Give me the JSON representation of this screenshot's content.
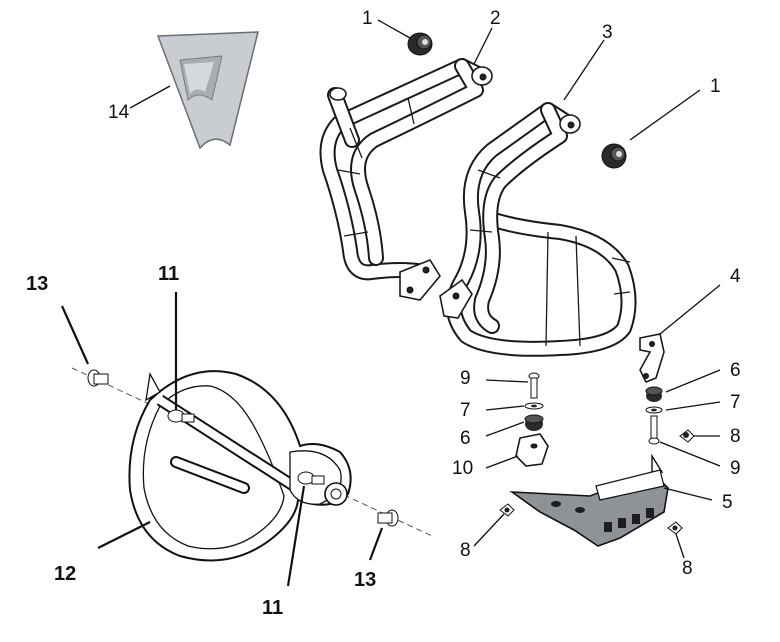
{
  "callouts": {
    "n1a": "1",
    "n1b": "1",
    "n2": "2",
    "n3": "3",
    "n4": "4",
    "n5": "5",
    "n6a": "6",
    "n6b": "6",
    "n7a": "7",
    "n7b": "7",
    "n8a": "8",
    "n8b": "8",
    "n8c": "8",
    "n9a": "9",
    "n9b": "9",
    "n10": "10",
    "n11a": "11",
    "n11b": "11",
    "n12": "12",
    "n13a": "13",
    "n13b": "13",
    "n14": "14"
  }
}
